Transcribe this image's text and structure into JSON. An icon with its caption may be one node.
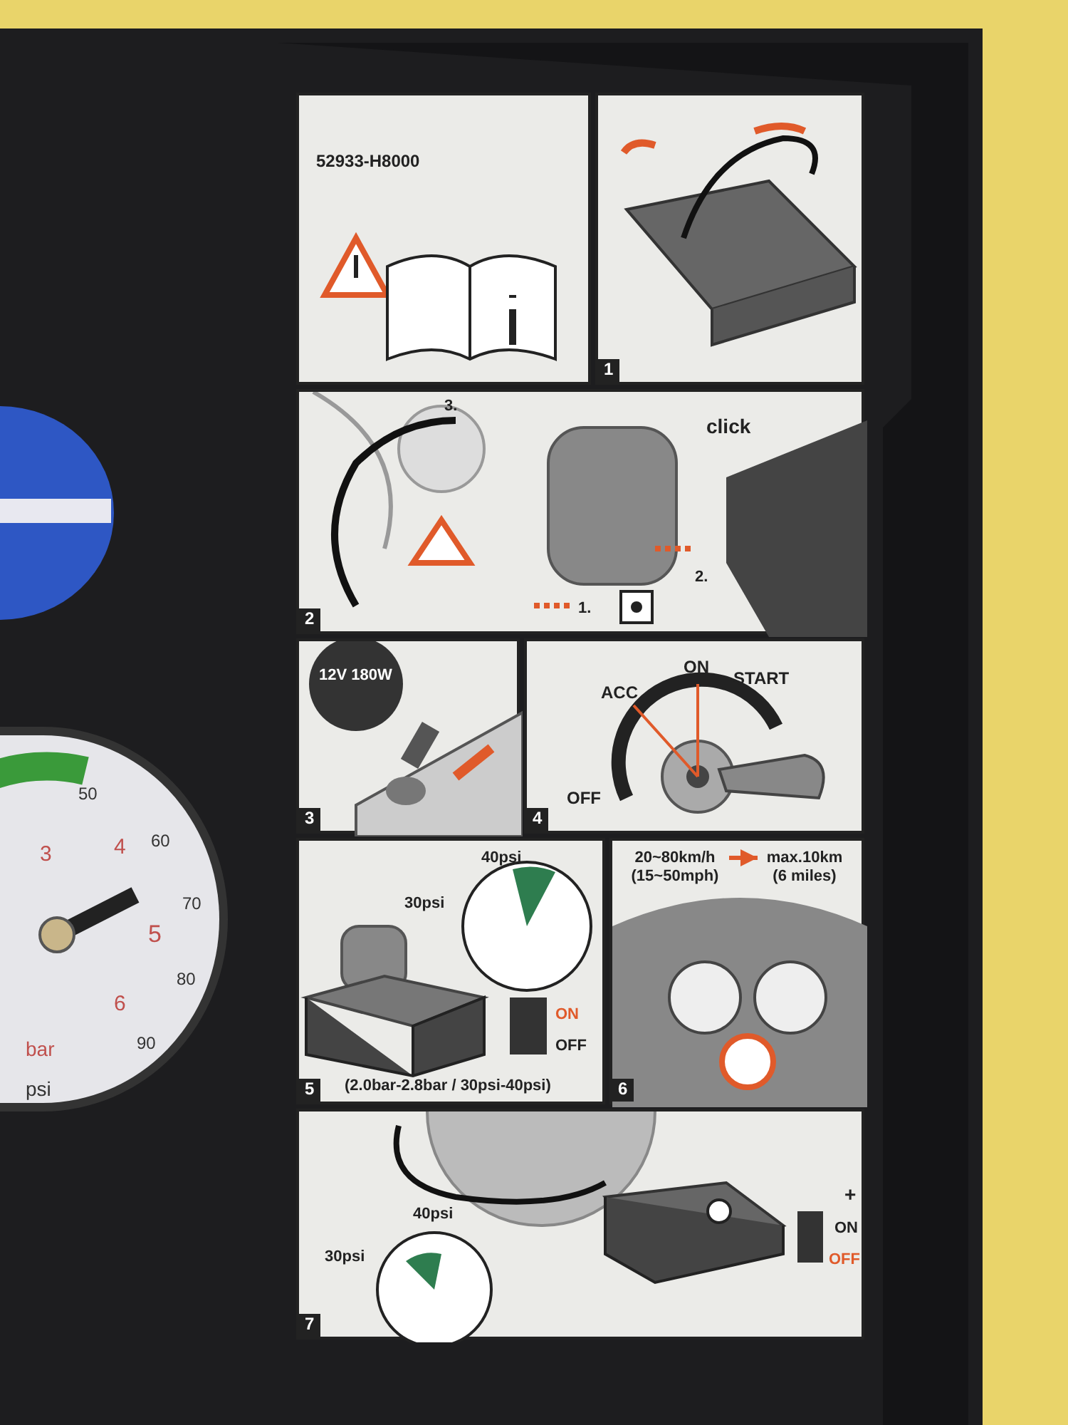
{
  "diagram": {
    "nodes": [
      {
        "text": [
          "52933-H8000"
        ]
      },
      {
        "text": [
          "1"
        ]
      },
      {
        "text": [
          "3.",
          "click",
          "2.",
          "1.",
          "2"
        ]
      },
      {
        "text": [
          "12V 180W",
          "3"
        ]
      },
      {
        "text": [
          "ON",
          "ACC",
          "START",
          "OFF",
          "4"
        ]
      },
      {
        "text": [
          "40psi",
          "30psi",
          "ON",
          "OFF",
          "5",
          "(2.0bar-2.8bar / 30psi-40psi)"
        ]
      },
      {
        "text": [
          "6"
        ]
      },
      {
        "text": [
          "20~80km/h (15~50mph)"
        ],
        "in": 6
      },
      {
        "text": [
          "max.10km (6 miles)"
        ],
        "in": 6
      },
      {
        "text": [
          "40psi",
          "30psi",
          "+",
          "ON",
          "OFF",
          "7"
        ]
      },
      {
        "text": [
          "50",
          "60",
          "70",
          "80",
          "90",
          "3",
          "4",
          "5",
          "6",
          "bar",
          "psi"
        ]
      }
    ],
    "edges": [
      {
        "from": 7,
        "to": 8,
        "arrow": "to"
      }
    ]
  }
}
